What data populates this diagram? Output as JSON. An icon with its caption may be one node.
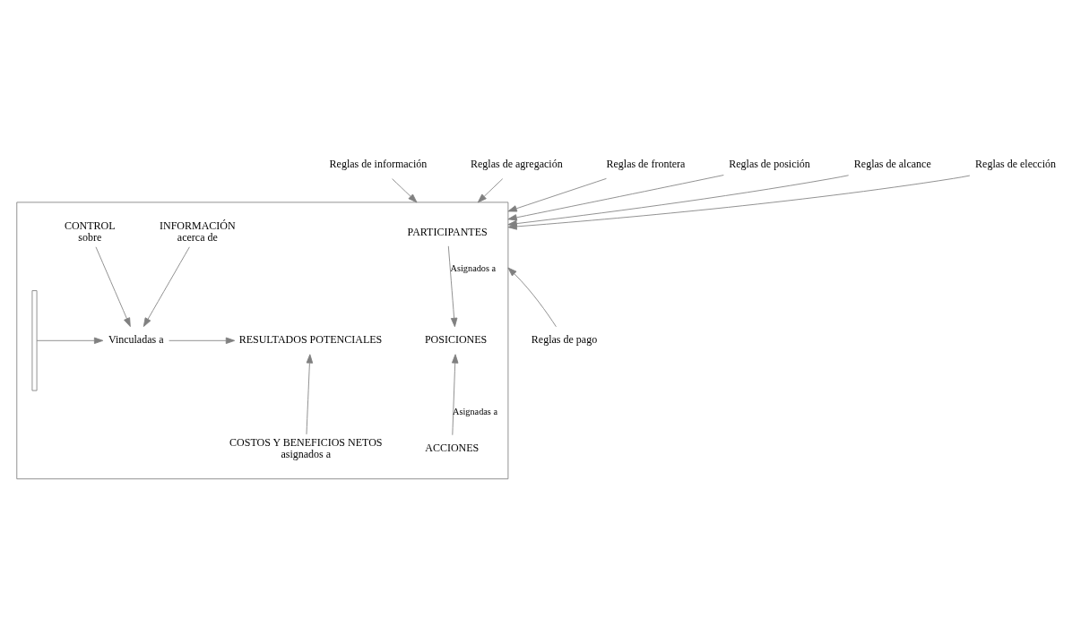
{
  "diagram": {
    "nodes": [
      {
        "text": [
          "Reglas de información"
        ]
      },
      {
        "text": [
          "Reglas de agregación"
        ]
      },
      {
        "text": [
          "Reglas de frontera"
        ]
      },
      {
        "text": [],
        "shape": "box"
      },
      {
        "text": [
          "PARTICIPANTES"
        ],
        "in": 3
      },
      {
        "text": [
          "INFORMACIÓN",
          "acerca de"
        ],
        "in": 3
      },
      {
        "text": [
          "CONTROL",
          "sobre"
        ],
        "in": 3
      },
      {
        "text": [],
        "shape": "bracket",
        "in": 3
      },
      {
        "text": [
          "POSICIONES"
        ],
        "in": 3
      },
      {
        "text": [
          "Vinculadas a"
        ],
        "in": 3
      },
      {
        "text": [
          "RESULTADOS POTENCIALES"
        ],
        "in": 3
      },
      {
        "text": [
          "ACCIONES"
        ],
        "in": 3
      },
      {
        "text": [
          "COSTOS Y BENEFICIOS NETOS",
          "asignados a"
        ],
        "in": 3
      },
      {
        "text": [
          "Reglas de posición"
        ]
      },
      {
        "text": [
          "Reglas de alcance"
        ]
      },
      {
        "text": [
          "Reglas de elección"
        ]
      },
      {
        "text": [
          "Reglas de pago"
        ]
      }
    ],
    "edges": [
      {
        "from": 0,
        "to": 3,
        "arrow": "to"
      },
      {
        "from": 1,
        "to": 3,
        "arrow": "to"
      },
      {
        "from": 2,
        "to": 3,
        "arrow": "to"
      },
      {
        "from": 4,
        "to": 8,
        "arrow": "to",
        "label": "Asignados a"
      },
      {
        "from": 11,
        "to": 8,
        "arrow": "to",
        "label": "Asignadas a"
      },
      {
        "from": 5,
        "to": 9,
        "arrow": "to"
      },
      {
        "from": 6,
        "to": 9,
        "arrow": "to"
      },
      {
        "from": 7,
        "to": 9,
        "arrow": "to"
      },
      {
        "from": 9,
        "to": 10,
        "arrow": "to"
      },
      {
        "from": 12,
        "to": 10,
        "arrow": "to"
      },
      {
        "from": 13,
        "to": 3,
        "arrow": "to"
      },
      {
        "from": 14,
        "to": 3,
        "arrow": "to"
      },
      {
        "from": 15,
        "to": 3,
        "arrow": "to"
      },
      {
        "from": 16,
        "to": 3,
        "arrow": "to"
      }
    ]
  }
}
